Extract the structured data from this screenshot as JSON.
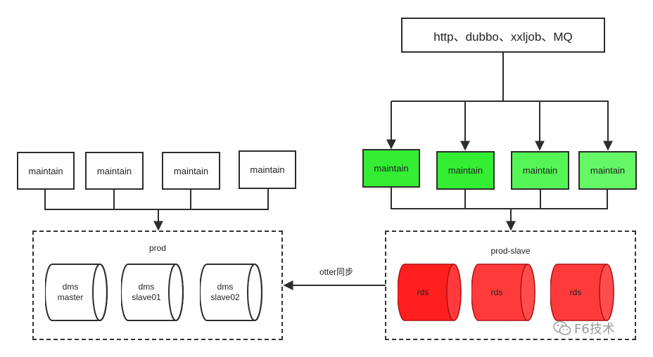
{
  "entry": {
    "label": "http、dubbo、xxljob、MQ"
  },
  "prod": {
    "group_label": "prod",
    "maintain_nodes": [
      "maintain",
      "maintain",
      "maintain",
      "maintain"
    ],
    "databases": [
      {
        "label": "dms\nmaster"
      },
      {
        "label": "dms\nslave01"
      },
      {
        "label": "dms\nslave02"
      }
    ]
  },
  "prod_slave": {
    "group_label": "prod-slave",
    "maintain_nodes": [
      "maintain",
      "maintain",
      "maintain",
      "maintain"
    ],
    "databases": [
      {
        "label": "rds"
      },
      {
        "label": "rds"
      },
      {
        "label": "rds"
      }
    ]
  },
  "sync": {
    "label": "otter同步"
  },
  "watermark": {
    "label": "F6技术",
    "icon": "wechat-icon"
  },
  "colors": {
    "green_dark": "#33ee33",
    "green_light": "#66f766",
    "red_db": "#ff2a2a",
    "red_db_light": "#ff4a4a",
    "stroke": "#2d2d2d"
  }
}
